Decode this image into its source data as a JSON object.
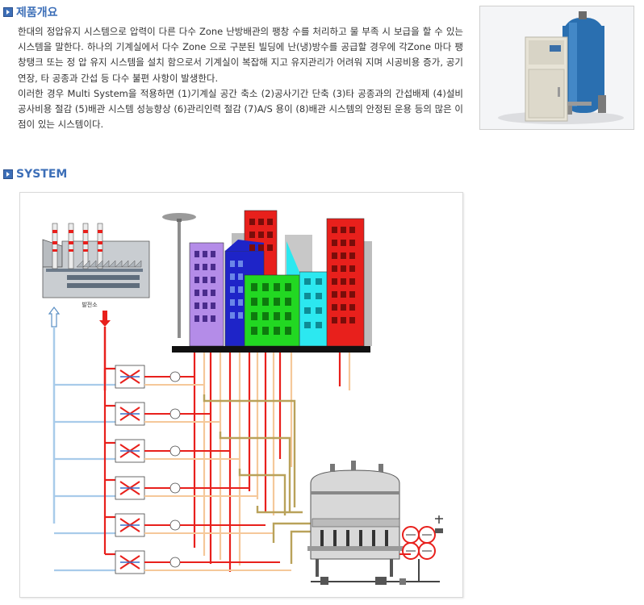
{
  "overview": {
    "title": "제품개요",
    "paragraph1": "한대의 정압유지 시스템으로 압력이 다른 다수 Zone 난방배관의 팽창 수를 처리하고 물 부족 시 보급을 할 수 있는 시스템을 말한다. 하나의 기계실에서 다수 Zone 으로 구분된 빌딩에 난(냉)방수를 공급할 경우에 각Zone 마다 팽창탱크 또는 정 압 유지 시스템을 설치 함으로서 기계실이 복잡해 지고 유지관리가 어려워 지며 시공비용 증가, 공기연장, 타 공종과 간섭 등 다수 불편 사항이 발생한다.",
    "paragraph2": "이러한 경우 Multi System을 적용하면 (1)기계실 공간 축소 (2)공사기간 단축 (3)타 공종과의 간섭배제 (4)설비 공사비용 절감 (5)배관 시스템 성능향상 (6)관리인력 절감 (7)A/S 용이 (8)배관 시스템의 안정된 운용 등의 많은 이점이 있는 시스템이다."
  },
  "system": {
    "title": "SYSTEM",
    "plant_label": "발전소"
  },
  "colors": {
    "accent": "#3d6fb8",
    "supply": "#e8201c",
    "return": "#a8cbea",
    "expansion": "#f5c89a",
    "tank": "#d8d8d8"
  },
  "icons": {
    "section_bullet": "arrow-bullet-icon"
  }
}
